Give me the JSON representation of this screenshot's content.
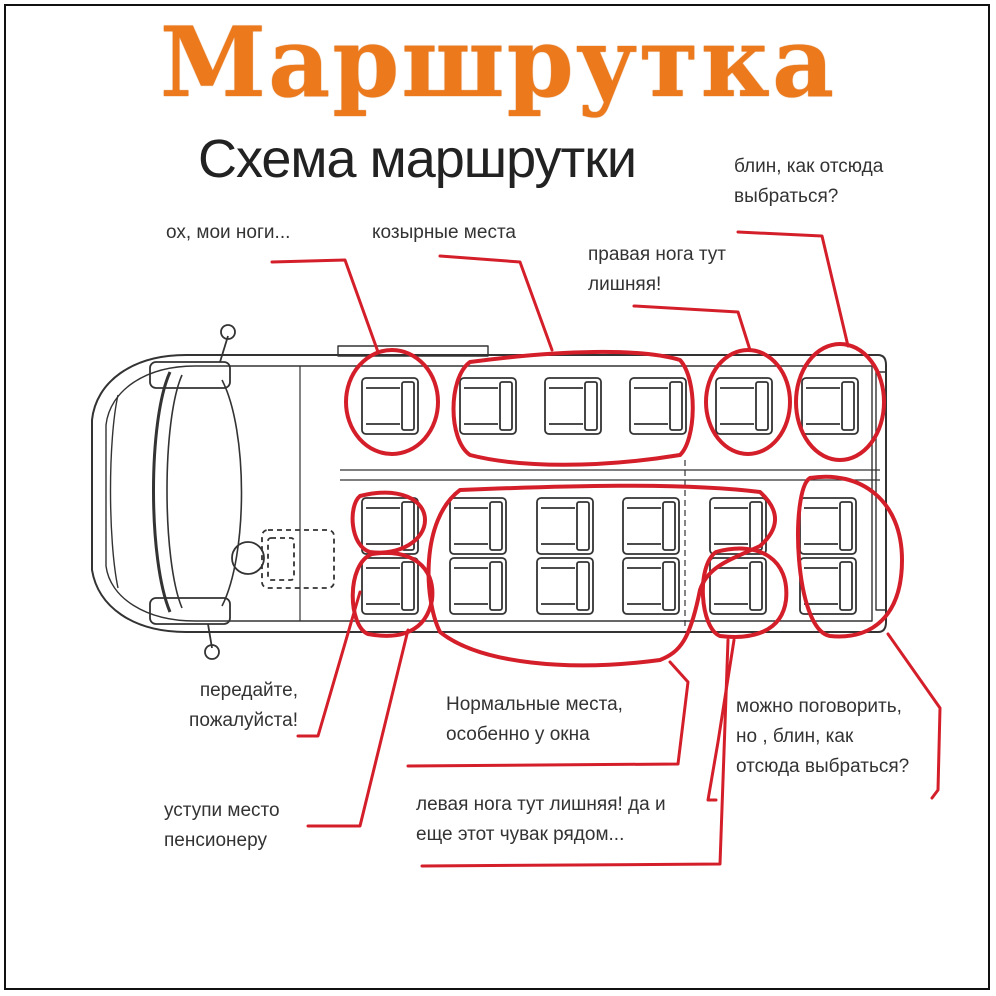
{
  "title": "Маршрутка",
  "subtitle": "Схема маршрутки",
  "annotations": {
    "my_legs": "ох, мои ноги...",
    "best_seats": "козырные места",
    "right_leg_extra": "правая нога тут\nлишняя!",
    "how_to_get_out": "блин, как отсюда\nвыбраться?",
    "pass_please": "передайте,\nпожалуйста!",
    "give_up_seat": "уступи место\nпенсионеру",
    "normal_seats": "Нормальные места,\nособенно у окна",
    "left_leg_extra": "левая нога тут лишняя! да и\nеще этот чувак рядом...",
    "can_talk": "можно поговорить,\nно , блин, как\nотсюда выбраться?"
  },
  "colors": {
    "title": "#ec7a1c",
    "highlight": "#d41f2a",
    "outline": "#333333",
    "text": "#333333"
  }
}
